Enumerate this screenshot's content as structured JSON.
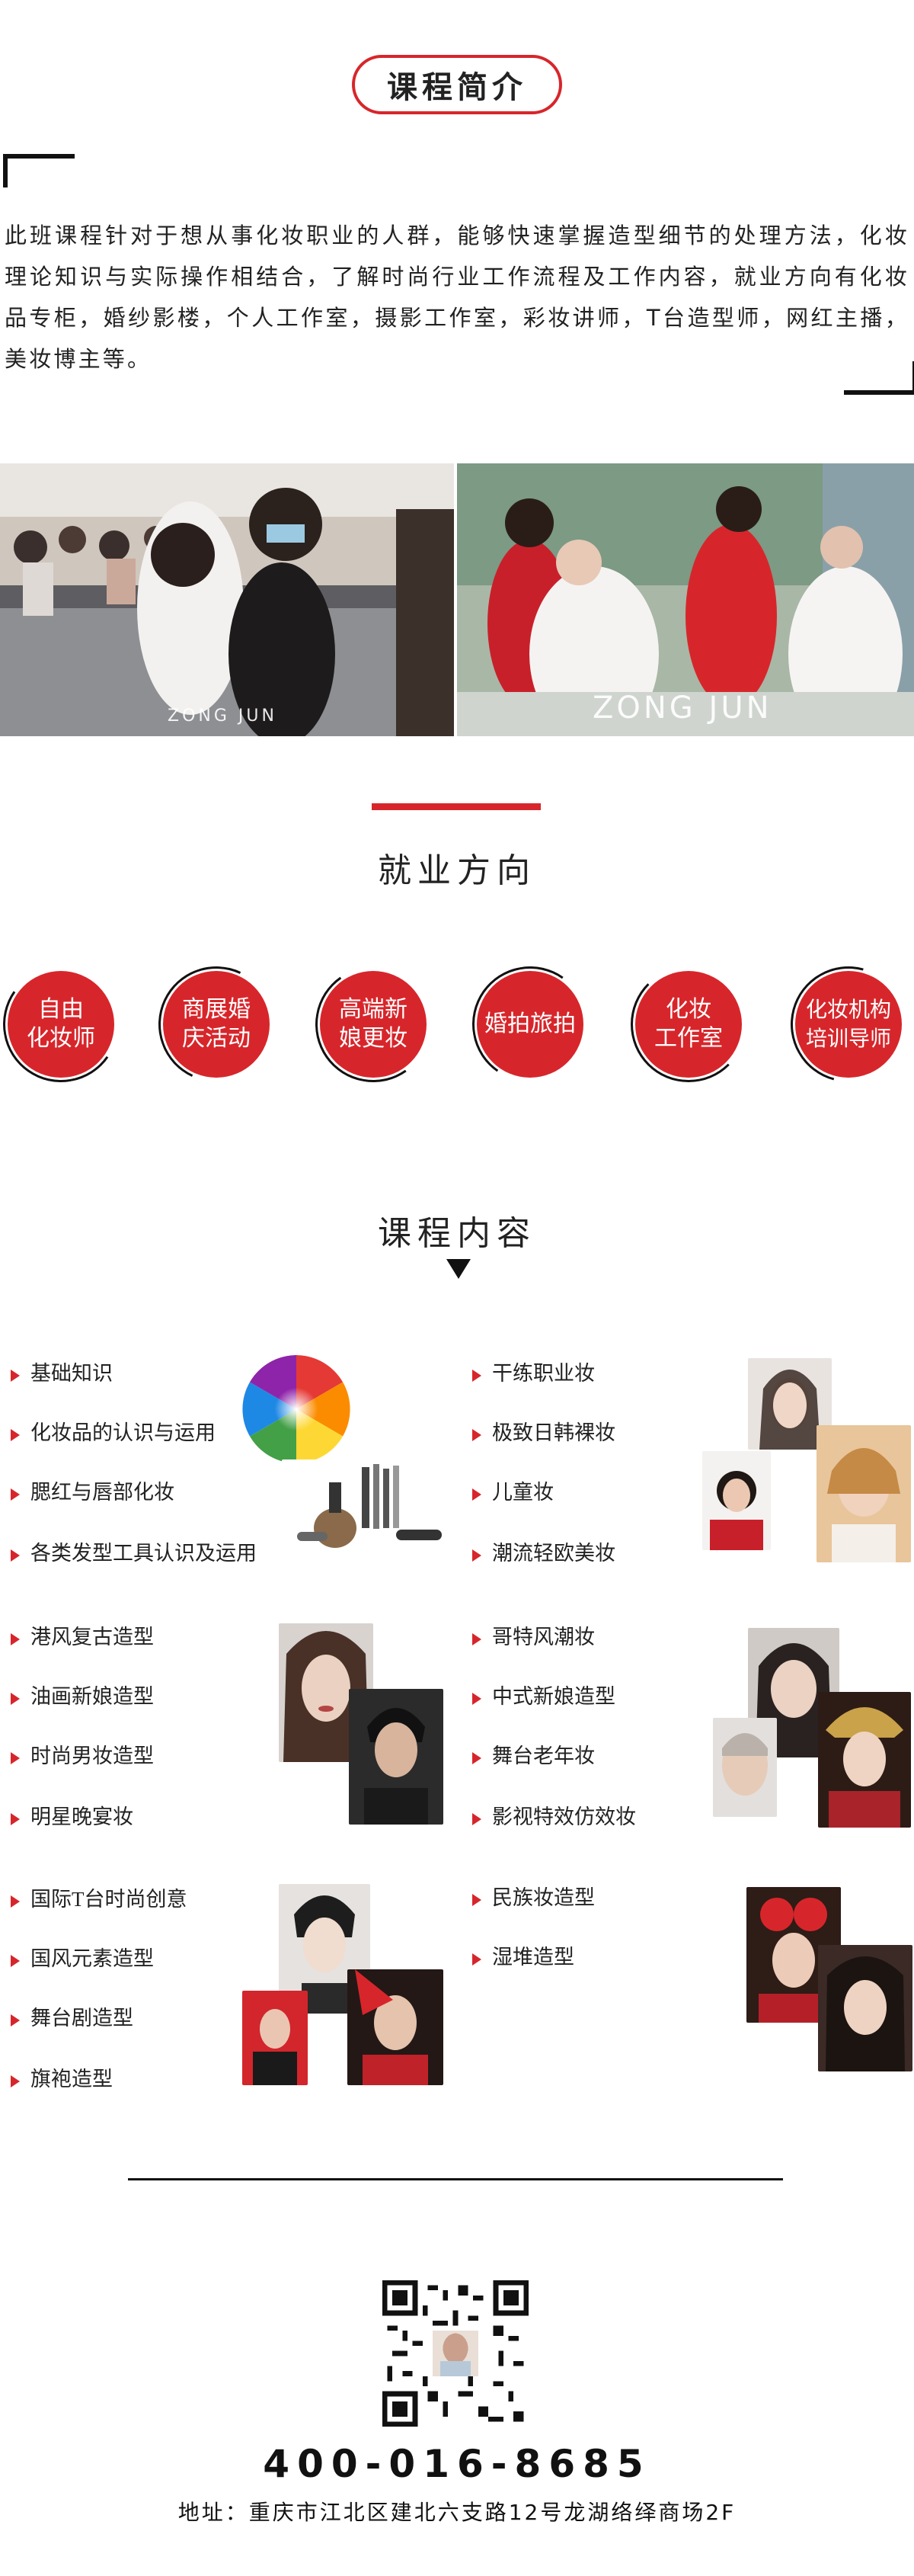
{
  "intro_title": "课程简介",
  "intro_text": "此班课程针对于想从事化妆职业的人群，能够快速掌握造型细节的处理方法，化妆理论知识与实际操作相结合，了解时尚行业工作流程及工作内容，就业方向有化妆品专柜，婚纱影楼，个人工作室，摄影工作室，彩妆讲师，T台造型师，网红主播，美妆博主等。",
  "watermark": "ZONG JUN",
  "career": {
    "title": "就业方向",
    "items": [
      "自由\n化妆师",
      "商展婚\n庆活动",
      "高端新\n娘更妆",
      "婚拍旅拍",
      "化妆\n工作室",
      "化妆机构\n培训导师"
    ]
  },
  "course": {
    "title": "课程内容",
    "groups": [
      {
        "left": [
          "基础知识",
          "化妆品的认识与运用",
          "腮红与唇部化妆",
          "各类发型工具认识及运用"
        ],
        "right": [
          "干练职业妆",
          "极致日韩裸妆",
          "儿童妆",
          "潮流轻欧美妆"
        ]
      },
      {
        "left": [
          "港风复古造型",
          "油画新娘造型",
          "时尚男妆造型",
          "明星晚宴妆"
        ],
        "right": [
          "哥特风潮妆",
          "中式新娘造型",
          "舞台老年妆",
          "影视特效仿效妆"
        ]
      },
      {
        "left": [
          "国际T台时尚创意",
          "国风元素造型",
          "舞台剧造型",
          "旗袍造型"
        ],
        "right": [
          "民族妆造型",
          "湿堆造型"
        ]
      }
    ]
  },
  "contact": {
    "phone": "400-016-8685",
    "address": "地址：重庆市江北区建北六支路12号龙湖络绎商场2F"
  },
  "colors": {
    "accent": "#d7262b",
    "text": "#222222"
  }
}
